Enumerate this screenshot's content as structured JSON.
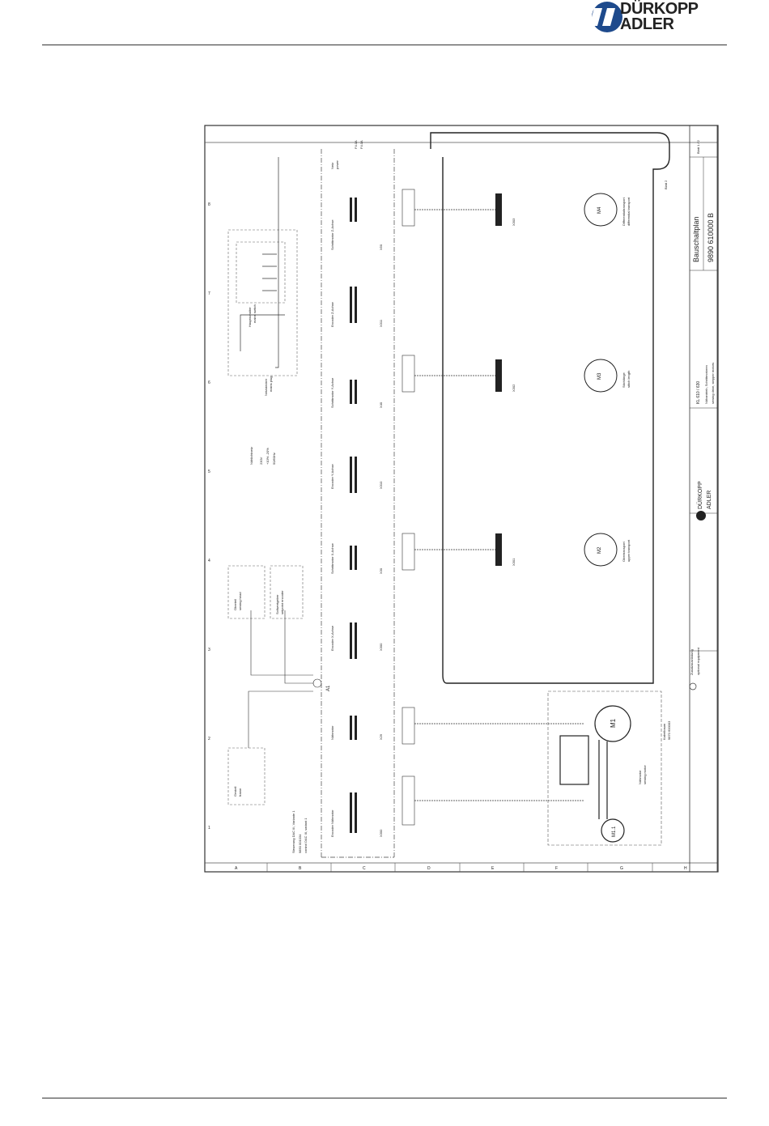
{
  "header": {
    "brand_line1": "DÜRKOPP",
    "brand_line2": "ADLER"
  },
  "schematic": {
    "plan_title": "Bauschaltplan",
    "plan_number": "9890 610000 B",
    "machine": "KL 610 / 630",
    "subtitle_de": "Nähantrieb, Schrittmotoren",
    "subtitle_en": "sewing drive, stepper motors",
    "sheet": "Blatt 1 / 2",
    "sheet_ref": "Blatt 2",
    "control": "Steuerung DAC III, Variante 1",
    "control_en": "control DAC III, variant 1",
    "control_no": "9850 001034",
    "a1": "A1",
    "netz": "Netz",
    "netz_en": "power",
    "netzstecker": "Netzstecker",
    "netzstecker_en": "mains plug",
    "hauptschalter": "Hauptschalter",
    "hauptschalter_en": "mains switch",
    "naehlicht": "Nählichtnetz",
    "voltage": "230V",
    "tolerance": "+10% -20%",
    "frequency": "50/60Hz",
    "gestell": "Gestell",
    "gestell_en": "frame",
    "oberteil": "Oberteil",
    "oberteil_en": "sewing head",
    "sollwertgeber": "Sollwertgeber",
    "sollwertgeber_en": "setpoint encoder",
    "kabelbaum": "Kabelbaum",
    "kabel_no": "9870 600003",
    "zusatz": "Zusatzausrüstung",
    "zusatz_en": "optional equipment",
    "modules": [
      {
        "label": "Encoder Nähmotor",
        "conn": "X300"
      },
      {
        "label": "Nähmotor",
        "conn": "X29"
      },
      {
        "label": "Encoder X-Achse",
        "conn": "X300"
      },
      {
        "label": "Schrittmotor X-Achse",
        "conn": "X30"
      },
      {
        "label": "Encoder Y-Achse",
        "conn": "X310"
      },
      {
        "label": "Schrittmotor Y-Achse",
        "conn": "X40"
      },
      {
        "label": "Encoder Z-Achse",
        "conn": "X311"
      },
      {
        "label": "Schrittmotor Z-Achse",
        "conn": "X50"
      }
    ],
    "motors": [
      {
        "label": "M1",
        "desc": "Nähmotor",
        "desc_en": "sewing motor"
      },
      {
        "label": "M1.1",
        "desc": ""
      },
      {
        "label": "M2",
        "desc": "Obertransport",
        "desc_en": "upper transport",
        "conn": "X301"
      },
      {
        "label": "M3",
        "desc": "Stichlänge",
        "desc_en": "stitch length",
        "conn": "X302"
      },
      {
        "label": "M4",
        "desc": "Differentialtransport",
        "desc_en": "differential transport",
        "conn": "X303"
      }
    ],
    "brand_small_1": "DÜRKOPP",
    "brand_small_2": "ADLER",
    "fuse_1": "F4.0A",
    "fuse_2": "F4.0A",
    "col_numbers": [
      "1",
      "2",
      "3",
      "4",
      "5",
      "6",
      "7",
      "8"
    ],
    "row_letters": [
      "A",
      "B",
      "C",
      "D",
      "E",
      "F",
      "G",
      "H"
    ]
  }
}
